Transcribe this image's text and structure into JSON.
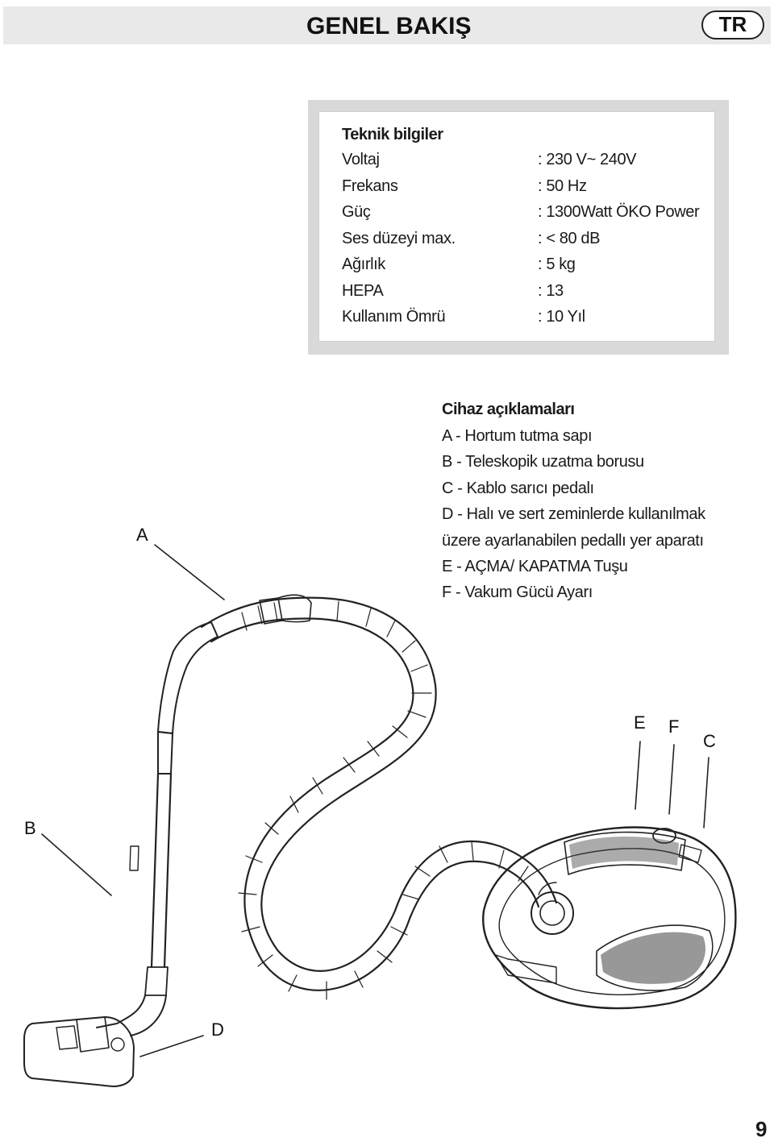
{
  "header": {
    "title": "GENEL BAKIŞ",
    "lang": "TR"
  },
  "specs": {
    "heading": "Teknik bilgiler",
    "rows": [
      {
        "label": "Voltaj",
        "value": ": 230 V~ 240V"
      },
      {
        "label": "Frekans",
        "value": ": 50 Hz"
      },
      {
        "label": "Güç",
        "value": ": 1300Watt ÖKO Power"
      },
      {
        "label": "Ses düzeyi max.",
        "value": ": < 80 dB"
      },
      {
        "label": "Ağırlık",
        "value": ": 5 kg"
      },
      {
        "label": "HEPA",
        "value": ": 13"
      },
      {
        "label": "Kullanım Ömrü",
        "value": ": 10 Yıl"
      }
    ]
  },
  "description": {
    "heading": "Cihaz açıklamaları",
    "lines": [
      "A - Hortum tutma sapı",
      "B - Teleskopik uzatma borusu",
      "C - Kablo sarıcı pedalı",
      "D - Halı ve sert zeminlerde kullanılmak",
      "üzere ayarlanabilen pedallı yer aparatı",
      "E - AÇMA/ KAPATMA Tuşu",
      "F - Vakum Gücü Ayarı"
    ]
  },
  "callouts": {
    "a": "A",
    "b": "B",
    "c": "C",
    "d": "D",
    "e": "E",
    "f": "F"
  },
  "page_number": "9"
}
